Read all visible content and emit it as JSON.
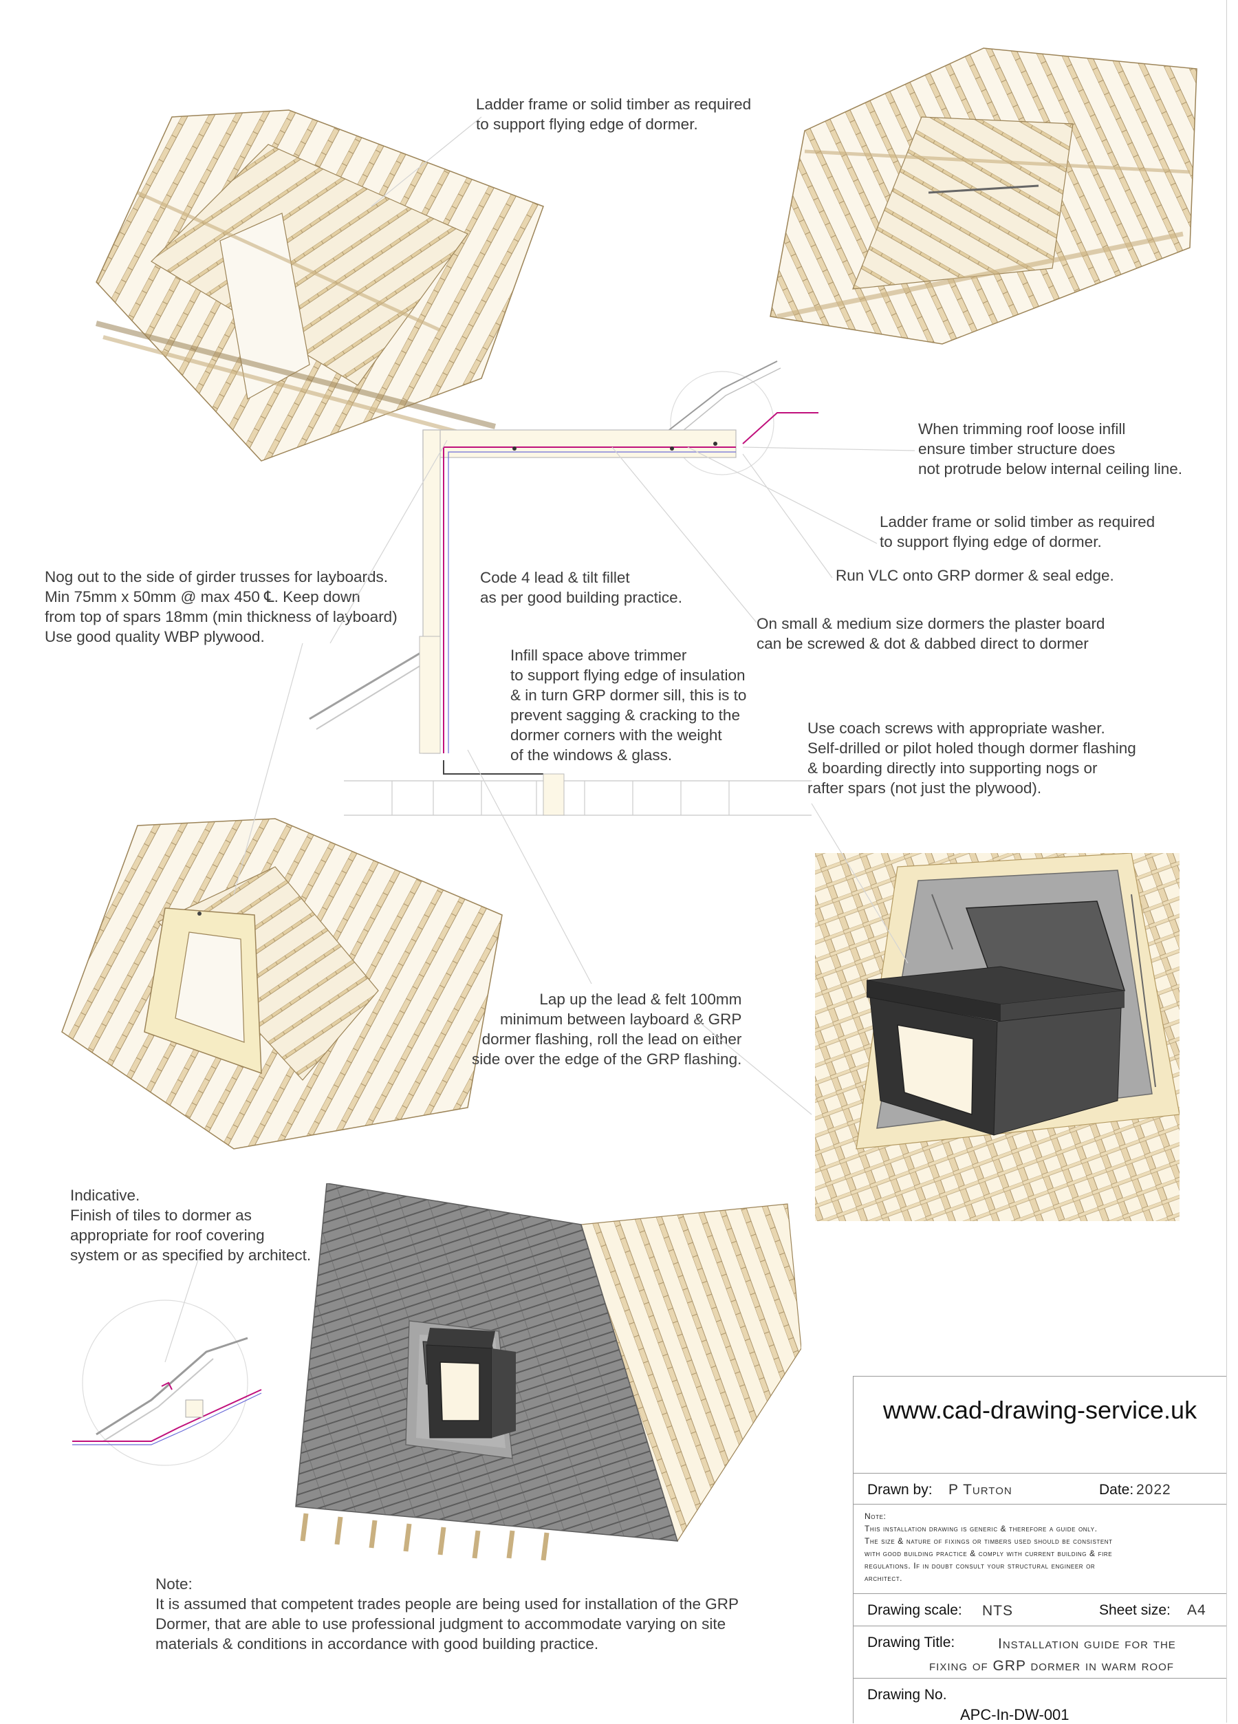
{
  "annotations": {
    "ladder_frame_top": "Ladder frame or solid timber as required\nto support flying edge of dormer.",
    "trimming_roof": "When trimming roof loose infill\nensure timber structure does\nnot protrude below internal ceiling line.",
    "ladder_frame_mid": "Ladder frame or solid timber as required\nto support flying edge of dormer.",
    "run_vlc": "Run VLC onto GRP dormer & seal edge.",
    "nog_out": "Nog out to the side of girder trusses for layboards.\nMin 75mm x 50mm @ max 450 ℄. Keep down\nfrom top of spars 18mm (min thickness of layboard)\nUse good quality WBP plywood.",
    "code4_lead": "Code 4 lead & tilt fillet\nas per good building practice.",
    "small_medium": "On small & medium size dormers the plaster board\ncan be screwed & dot & dabbed direct to dormer",
    "infill_space": "Infill space above trimmer\nto support flying edge of insulation\n& in turn GRP dormer sill, this is to\nprevent sagging & cracking to the\ndormer corners with the weight\nof the windows & glass.",
    "coach_screws": "Use coach screws with appropriate washer.\nSelf-drilled or pilot holed though dormer flashing\n& boarding directly into supporting nogs or\nrafter spars (not just the plywood).",
    "lap_lead": "Lap up the lead & felt 100mm\nminimum between layboard & GRP\ndormer flashing, roll the lead on either\nside over the edge of the GRP flashing.",
    "indicative": "Indicative.\nFinish of tiles to dormer as\nappropriate for roof covering\nsystem or as specified by architect.",
    "note_bottom": "Note:\nIt is assumed that competent trades people are being used for installation of the GRP\nDormer, that are able to use professional judgment to accommodate varying on site\nmaterials & conditions in accordance with good building practice."
  },
  "title_block": {
    "website": "www.cad-drawing-service.uk",
    "drawn_by_label": "Drawn by:",
    "drawn_by_value": "P Turton",
    "date_label": "Date:",
    "date_value": "2022",
    "note_text": "Note:\nThis installation drawing is generic & therefore a guide only.\nThe size & nature of fixings or timbers used should be consistent\nwith good building practice & comply with current building & fire\nregulations. If in doubt consult your structural engineer or\narchitect.",
    "scale_label": "Drawing scale:",
    "scale_value": "NTS",
    "sheet_label": "Sheet size:",
    "sheet_value": "A4",
    "title_label": "Drawing Title:",
    "title_line1": "Installation guide for the",
    "title_line2": "fixing of GRP dormer in warm roof",
    "number_label": "Drawing No.",
    "number_value": "APC-In-DW-001"
  },
  "colors": {
    "timber": "#e8d6b0",
    "timber_edge": "#9c8458",
    "grp_dark": "#3b3b3b",
    "flashing": "#9a9a9a",
    "lead_line": "#c0107c",
    "line": "#8a8a8a"
  }
}
